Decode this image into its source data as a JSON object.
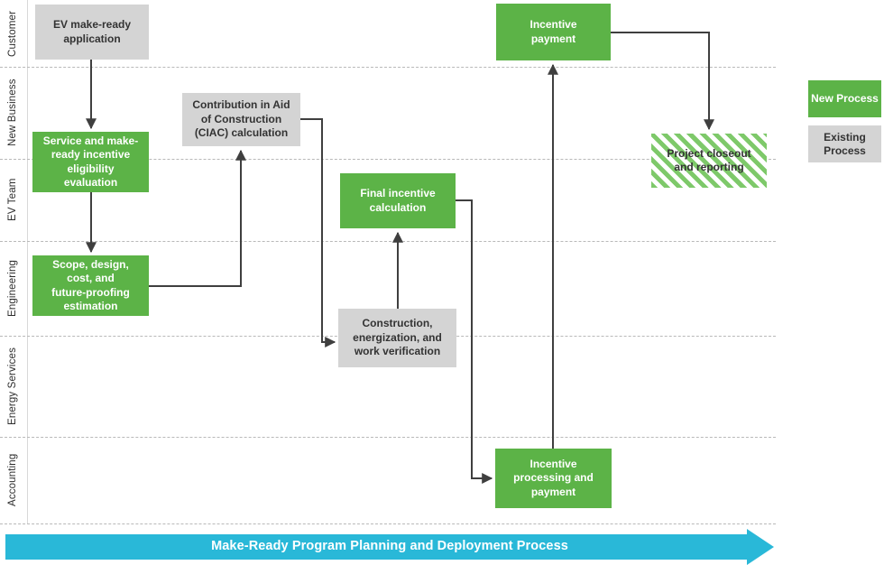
{
  "diagram": {
    "title": "Make-Ready Program Planning and Deployment Process",
    "colors": {
      "new_process": "#5cb347",
      "existing_process": "#d4d4d4",
      "hatched_process": "#7ec96a",
      "banner": "#29b8d8",
      "connector": "#3f3f3f",
      "lane_divider": "#b9b9b9"
    },
    "lanes": [
      {
        "label": "Customer"
      },
      {
        "label": "New Business"
      },
      {
        "label": "EV Team"
      },
      {
        "label": "Engineering"
      },
      {
        "label": "Energy Services"
      },
      {
        "label": "Accounting"
      }
    ],
    "nodes": [
      {
        "id": "ev-make-ready-application",
        "label": "EV make-ready application",
        "type": "Existing Process",
        "lane": "Customer"
      },
      {
        "id": "service-and-make-ready-incentive",
        "label": "Service and make-ready incentive eligibility evaluation",
        "type": "New Process",
        "lane": "New Business"
      },
      {
        "id": "ciac-calculation",
        "label": "Contribution in Aid of Construction (CIAC) calculation",
        "type": "Existing Process",
        "lane": "New Business"
      },
      {
        "id": "scope-design-cost",
        "label": "Scope, design, cost, and future-proofing estimation",
        "type": "New Process",
        "lane": "Engineering"
      },
      {
        "id": "final-incentive-calculation",
        "label": "Final incentive calculation",
        "type": "New Process",
        "lane": "EV Team"
      },
      {
        "id": "construction-energization",
        "label": "Construction, energization, and work verification",
        "type": "Existing Process",
        "lane": "Energy Services"
      },
      {
        "id": "incentive-processing-payment",
        "label": "Incentive processing and payment",
        "type": "New Process",
        "lane": "Accounting"
      },
      {
        "id": "incentive-payment",
        "label": "Incentive payment",
        "type": "New Process",
        "lane": "Customer"
      },
      {
        "id": "project-closeout-reporting",
        "label": "Project closeout and reporting",
        "type": "Hatched Process",
        "lane": "New Business"
      }
    ],
    "node_text": {
      "ev_make_ready_application": [
        "EV make-ready",
        "application"
      ],
      "service_incentive_eligibility": [
        "Service and make-",
        "ready incentive",
        "eligibility",
        "evaluation"
      ],
      "ciac_calculation": [
        "Contribution in Aid",
        "of Construction",
        "(CIAC) calculation"
      ],
      "scope_design_cost": [
        "Scope, design,",
        "cost, and",
        "future-proofing",
        "estimation"
      ],
      "final_incentive_calculation": [
        "Final incentive",
        "calculation"
      ],
      "construction_energization": [
        "Construction,",
        "energization, and",
        "work verification"
      ],
      "incentive_processing_payment": [
        "Incentive",
        "processing and",
        "payment"
      ],
      "incentive_payment": [
        "Incentive",
        "payment"
      ],
      "project_closeout_reporting": [
        "Project closeout",
        "and reporting"
      ]
    },
    "legend": [
      {
        "label": "New Process",
        "text_lines": [
          "New",
          "Process"
        ],
        "swatch": "new"
      },
      {
        "label": "Existing Process",
        "text_lines": [
          "Existing",
          "Process"
        ],
        "swatch": "existing"
      }
    ],
    "flows": [
      {
        "from": "ev-make-ready-application",
        "to": "service-and-make-ready-incentive"
      },
      {
        "from": "service-and-make-ready-incentive",
        "to": "scope-design-cost"
      },
      {
        "from": "scope-design-cost",
        "to": "ciac-calculation"
      },
      {
        "from": "ciac-calculation",
        "to": "construction-energization"
      },
      {
        "from": "construction-energization",
        "to": "final-incentive-calculation"
      },
      {
        "from": "final-incentive-calculation",
        "to": "incentive-processing-payment"
      },
      {
        "from": "incentive-processing-payment",
        "to": "incentive-payment"
      },
      {
        "from": "incentive-payment",
        "to": "project-closeout-reporting"
      }
    ]
  }
}
